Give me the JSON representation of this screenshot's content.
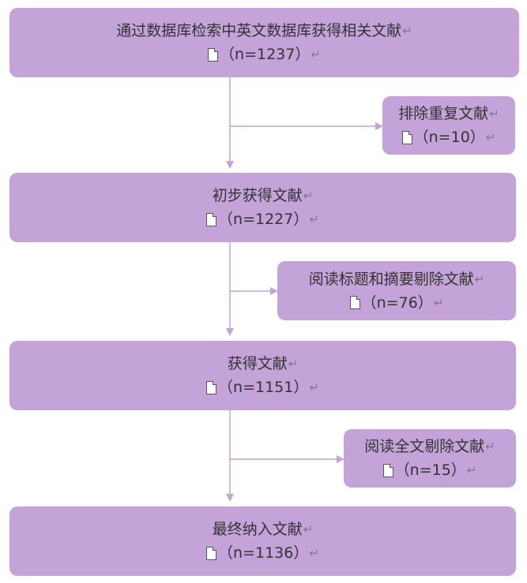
{
  "return_mark": "↵",
  "steps": [
    {
      "title": "通过数据库检索中英文数据库获得相关文献",
      "count": "（n=1237）"
    },
    {
      "title": "初步获得文献",
      "count": "（n=1227）"
    },
    {
      "title": "获得文献",
      "count": "（n=1151）"
    },
    {
      "title": "最终纳入文献",
      "count": "（n=1136）"
    }
  ],
  "exclusions": [
    {
      "title": "排除重复文献",
      "count": "（n=10）"
    },
    {
      "title": "阅读标题和摘要剔除文献",
      "count": "（n=76）"
    },
    {
      "title": "阅读全文剔除文献",
      "count": "（n=15）"
    }
  ],
  "colors": {
    "box_fill": "#c3a3d8",
    "connector": "#c3a3d8"
  }
}
